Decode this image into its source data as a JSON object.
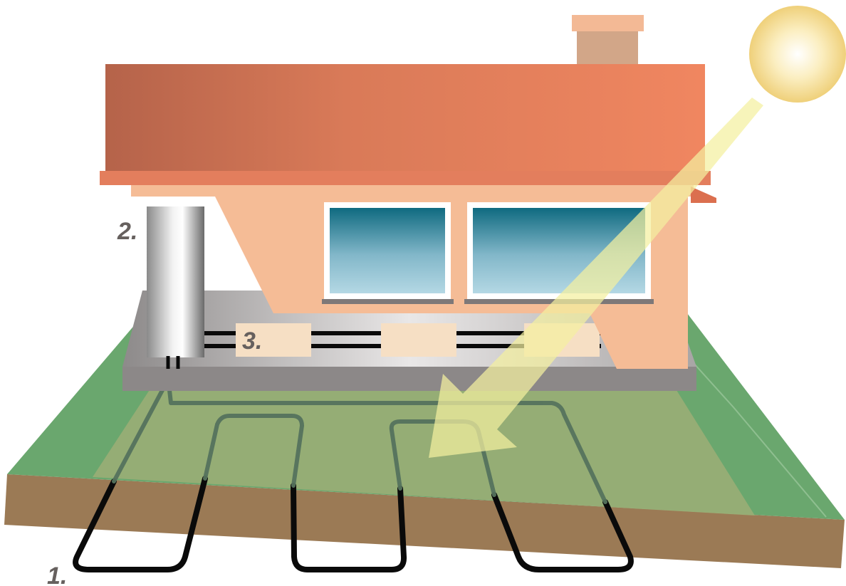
{
  "labels": {
    "ground_loop": "1.",
    "heat_pump": "2.",
    "radiators": "3."
  },
  "colors": {
    "roof_dark": "#b5634a",
    "roof_light": "#ef8460",
    "wall": "#f5bc96",
    "grass": "#6aa76e",
    "soil": "#9b7a55",
    "slab": "#8c8888",
    "sun": "#f3d57a",
    "pipe": "#0a0a0a",
    "label": "#66605e"
  }
}
